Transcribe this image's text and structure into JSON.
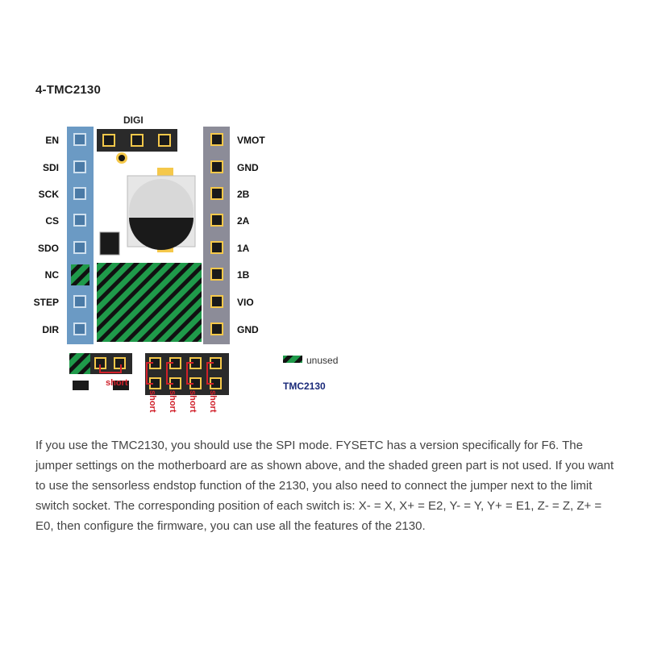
{
  "title": "4-TMC2130",
  "digi_label": "DIGI",
  "left_pins": [
    "EN",
    "SDI",
    "SCK",
    "CS",
    "SDO",
    "NC",
    "STEP",
    "DIR"
  ],
  "right_pins": [
    "VMOT",
    "GND",
    "2B",
    "2A",
    "1A",
    "1B",
    "VIO",
    "GND"
  ],
  "short_labels": [
    "short",
    "short",
    "short",
    "short",
    "short"
  ],
  "legend": {
    "unused": "unused",
    "tmc": "TMC2130"
  },
  "colors": {
    "left_header": "#6b9ac4",
    "right_header": "#8c8c98",
    "unused_green": "#1f9a4a",
    "short_red": "#d0202a",
    "tmc_blue": "#1a2a7a"
  },
  "description": "If you use the TMC2130, you should use the SPI mode. FYSETC has a version specifically for F6. The jumper settings on the motherboard are as shown above, and the shaded green part is not used. If you want to use the sensorless endstop function of the 2130, you also need to connect the jumper next to the limit switch socket. The corresponding position of each switch is: X- = X, X+ = E2, Y- = Y, Y+ = E1, Z- = Z, Z+ = E0, then configure the firmware, you can use all the features of the 2130."
}
